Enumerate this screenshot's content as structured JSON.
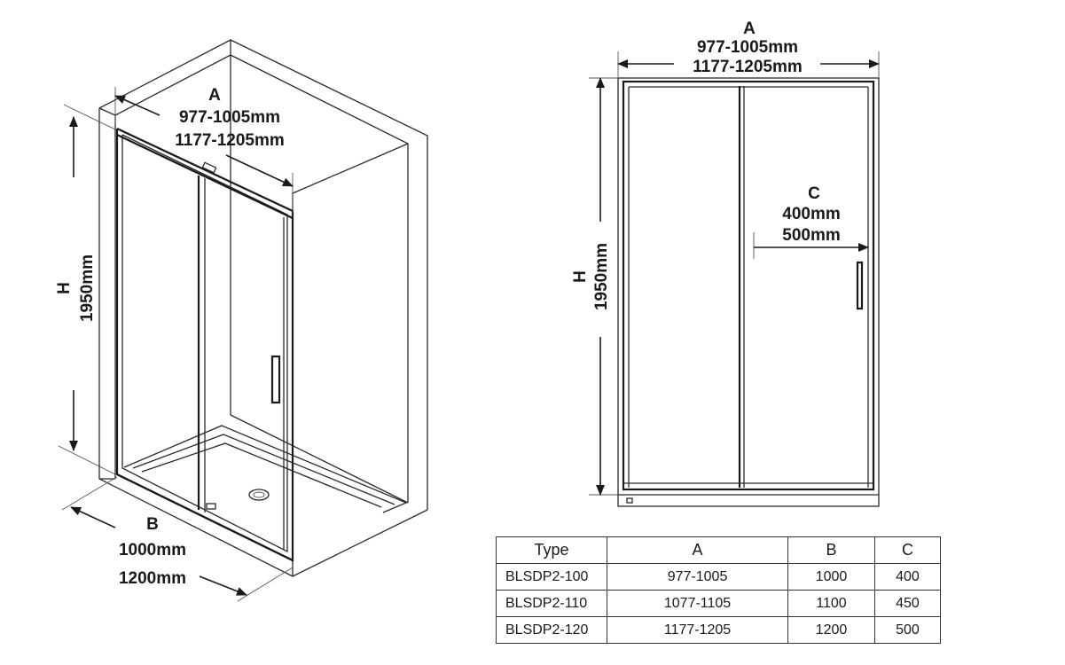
{
  "left_view": {
    "dim_a": {
      "letter": "A",
      "line1": "977-1005mm",
      "line2": "1177-1205mm"
    },
    "dim_h": {
      "letter": "H",
      "value": "1950mm"
    },
    "dim_b": {
      "letter": "B",
      "line1": "1000mm",
      "line2": "1200mm"
    }
  },
  "right_view": {
    "dim_a": {
      "letter": "A",
      "line1": "977-1005mm",
      "line2": "1177-1205mm"
    },
    "dim_h": {
      "letter": "H",
      "value": "1950mm"
    },
    "dim_c": {
      "letter": "C",
      "line1": "400mm",
      "line2": "500mm"
    }
  },
  "table": {
    "headers": [
      "Type",
      "A",
      "B",
      "C"
    ],
    "rows": [
      [
        "BLSDP2-100",
        "977-1005",
        "1000",
        "400"
      ],
      [
        "BLSDP2-110",
        "1077-1105",
        "1100",
        "450"
      ],
      [
        "BLSDP2-120",
        "1177-1205",
        "1200",
        "500"
      ]
    ]
  }
}
